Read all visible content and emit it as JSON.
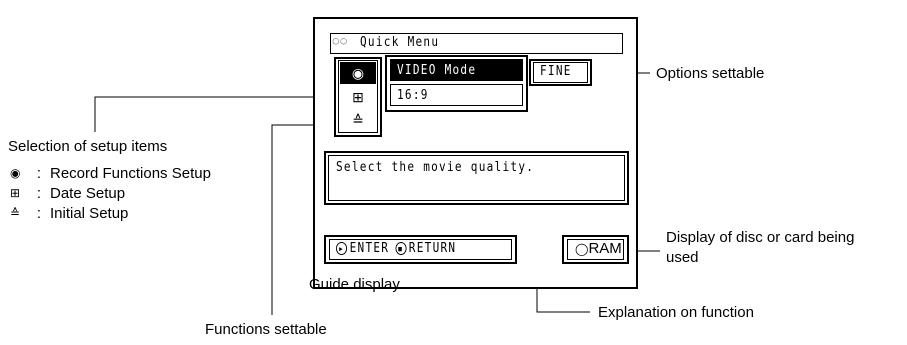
{
  "screen": {
    "menu_title": "Quick Menu",
    "functions": [
      "VIDEO Mode",
      "16:9"
    ],
    "option": "FINE",
    "explanation": "Select the movie quality.",
    "guide": {
      "enter": "ENTER",
      "return": "RETURN"
    },
    "disc": "RAM",
    "icons": [
      "record-functions-icon",
      "date-setup-icon",
      "initial-setup-icon"
    ]
  },
  "callouts": {
    "options_settable": "Options settable",
    "selection_of_setup_items": "Selection of setup items",
    "display_of_disc_line1": "Display of disc or card being",
    "display_of_disc_line2": "used",
    "guide_display": "Guide display",
    "explanation_on_function": "Explanation on function",
    "functions_settable": "Functions settable"
  },
  "legend": [
    {
      "icon": "record-functions-icon",
      "sep": ":",
      "label": "Record Functions Setup"
    },
    {
      "icon": "date-setup-icon",
      "sep": ":",
      "label": "Date Setup"
    },
    {
      "icon": "initial-setup-icon",
      "sep": ":",
      "label": "Initial Setup"
    }
  ]
}
